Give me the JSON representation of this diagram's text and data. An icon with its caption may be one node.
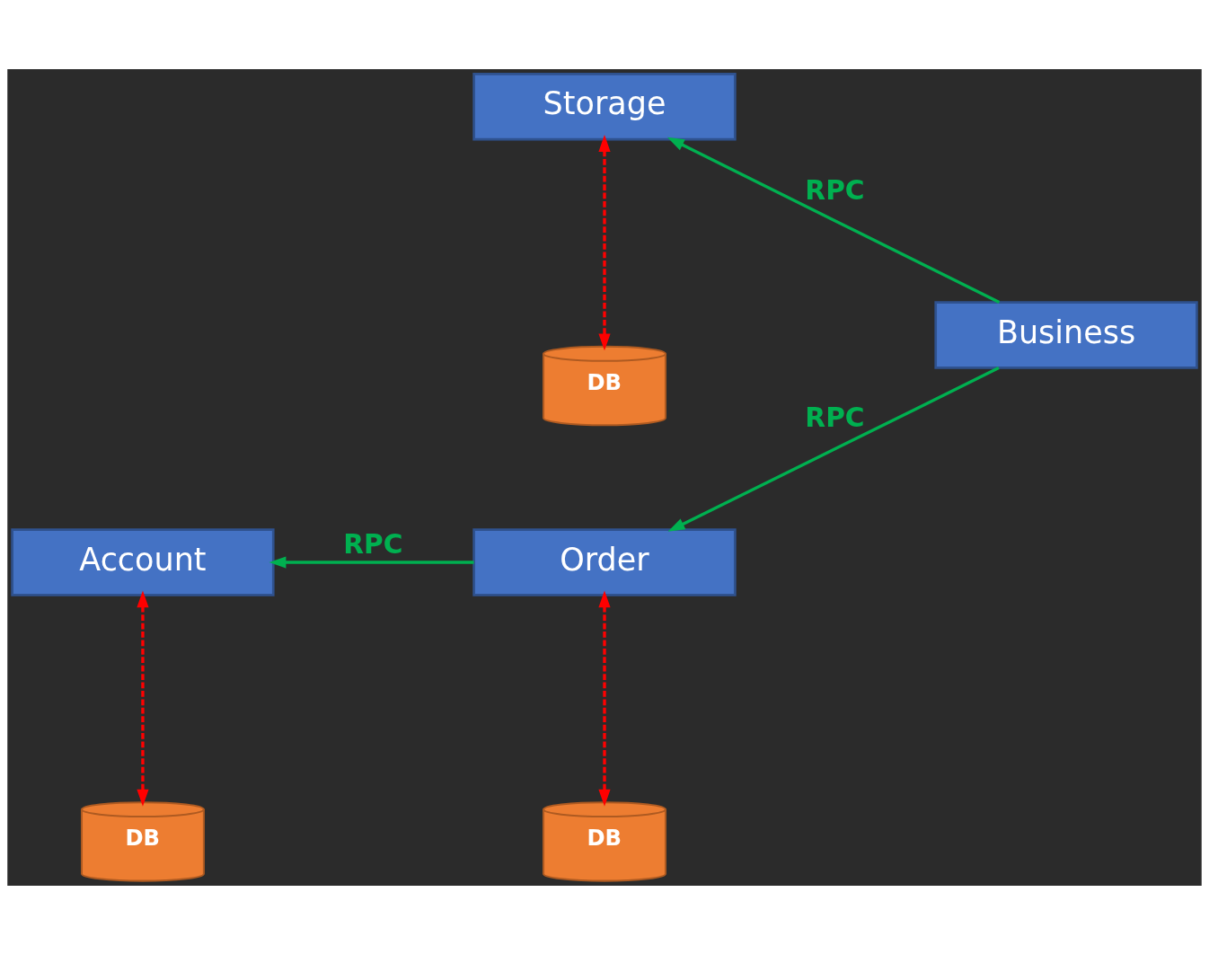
{
  "diagram": {
    "nodes": [
      {
        "text": [
          "Storage"
        ]
      },
      {
        "text": [
          "DB"
        ]
      },
      {
        "text": [
          "Business"
        ]
      },
      {
        "text": [
          "Order"
        ]
      },
      {
        "text": [
          "DB"
        ]
      },
      {
        "text": [
          "Account"
        ]
      },
      {
        "text": [
          "DB"
        ]
      }
    ],
    "edges": [
      {
        "from": 2,
        "to": 0,
        "arrow": "to",
        "label": "RPC",
        "color": "#00b050"
      },
      {
        "from": 2,
        "to": 3,
        "arrow": "to",
        "label": "RPC",
        "color": "#00b050"
      },
      {
        "from": 3,
        "to": 5,
        "arrow": "to",
        "label": "RPC",
        "color": "#00b050"
      },
      {
        "from": 0,
        "to": 1,
        "arrow": "both",
        "style": "dashed",
        "color": "#ff0000"
      },
      {
        "from": 3,
        "to": 4,
        "arrow": "both",
        "style": "dashed",
        "color": "#ff0000"
      },
      {
        "from": 5,
        "to": 6,
        "arrow": "both",
        "style": "dashed",
        "color": "#ff0000"
      }
    ]
  }
}
